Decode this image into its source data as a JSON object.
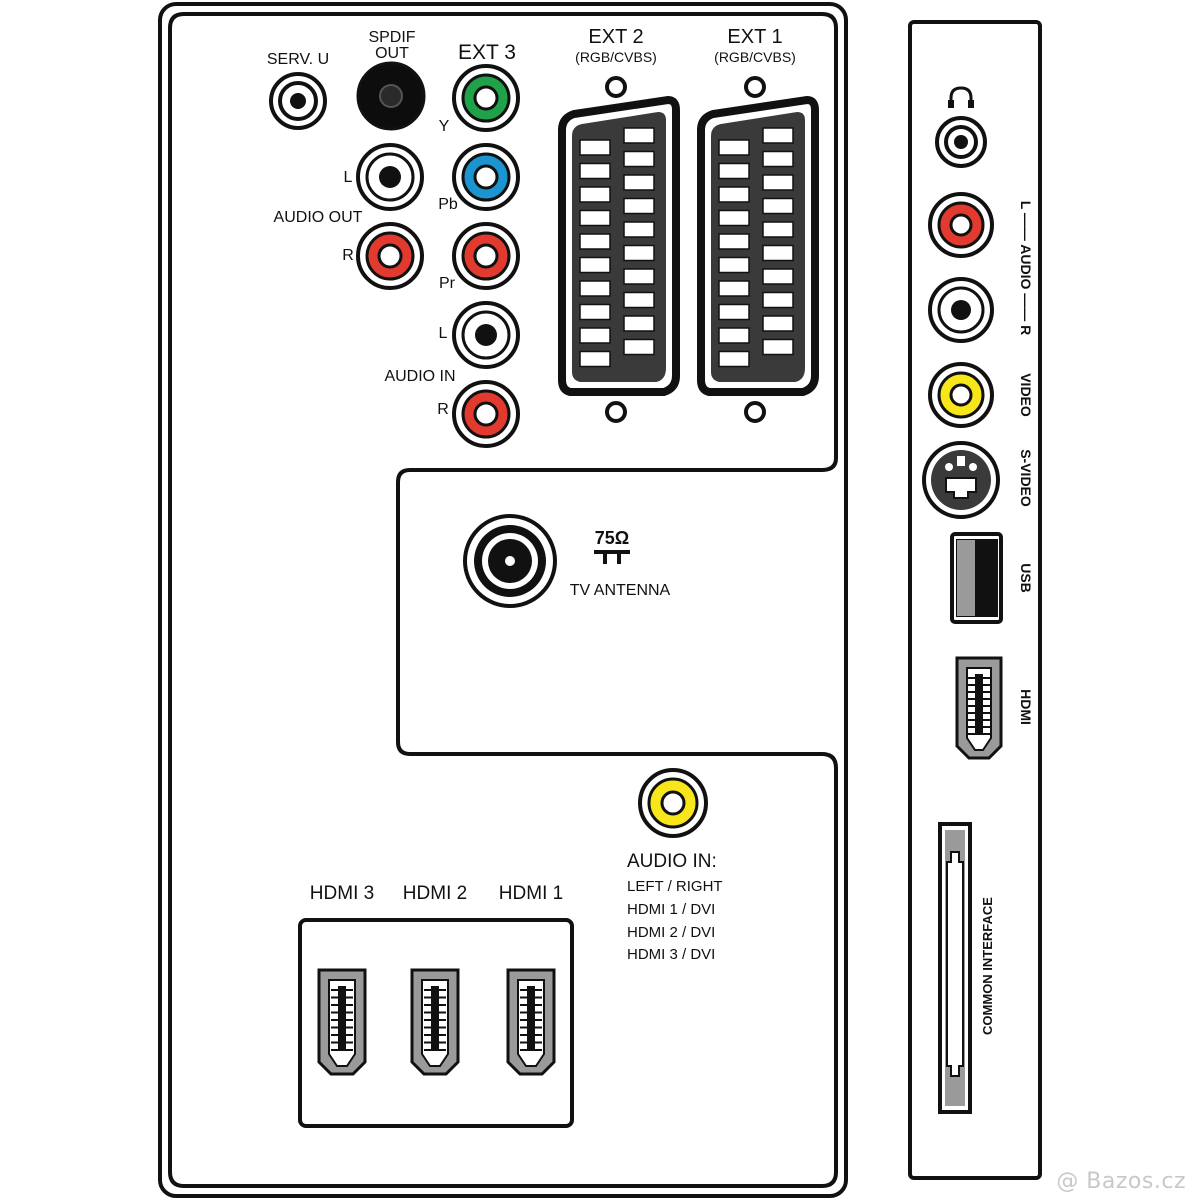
{
  "main_panel": {
    "serv_u": "SERV. U",
    "spdif": {
      "line1": "SPDIF",
      "line2": "OUT"
    },
    "ext3": {
      "title": "EXT 3",
      "y": "Y",
      "pb": "Pb",
      "pr": "Pr"
    },
    "audio_out": {
      "label": "AUDIO OUT",
      "l": "L",
      "r": "R"
    },
    "audio_in": {
      "label": "AUDIO IN",
      "l": "L",
      "r": "R"
    },
    "ext2": {
      "title": "EXT 2",
      "subtitle": "(RGB/CVBS)"
    },
    "ext1": {
      "title": "EXT 1",
      "subtitle": "(RGB/CVBS)"
    },
    "antenna": {
      "ohms": "75Ω",
      "label": "TV ANTENNA"
    },
    "audio_in_hdmi": {
      "title": "AUDIO IN:",
      "lines": [
        "LEFT / RIGHT",
        "HDMI 1 / DVI",
        "HDMI 2 / DVI",
        "HDMI 3 / DVI"
      ]
    },
    "hdmi_ports": [
      "HDMI 3",
      "HDMI 2",
      "HDMI 1"
    ]
  },
  "side_panel": {
    "audio": "L —— AUDIO —— R",
    "video": "VIDEO",
    "svideo": "S-VIDEO",
    "usb": "USB",
    "hdmi": "HDMI",
    "common_interface": "COMMON INTERFACE"
  },
  "watermark": "@ Bazos.cz",
  "colors": {
    "green": "#1fa24a",
    "blue": "#1b94cf",
    "red": "#e23a2e",
    "yellow": "#f6e61a",
    "white": "#ffffff",
    "scart_fill": "#3a3a3a",
    "hdmi_fill": "#9a9a9a"
  }
}
